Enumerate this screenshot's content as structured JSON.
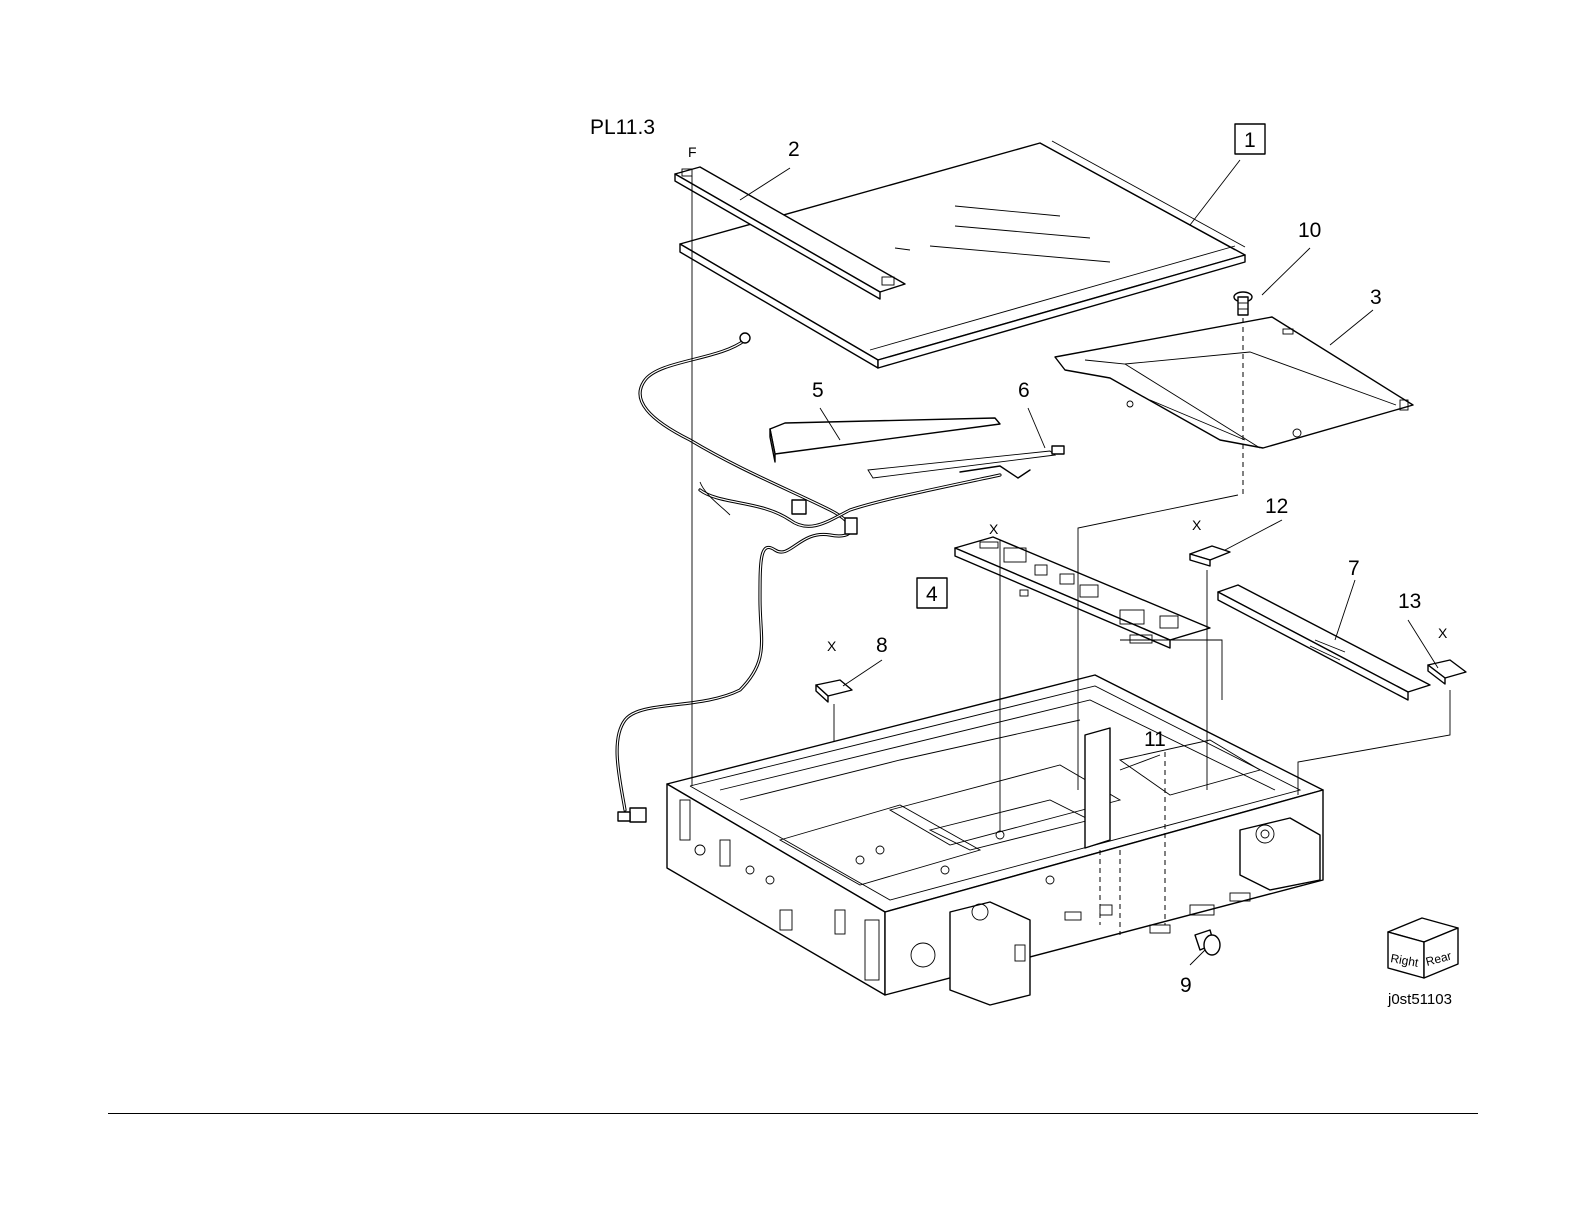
{
  "plate": {
    "label": "PL11.3"
  },
  "drawing_id": "j0st51103",
  "markers": {
    "front": "F",
    "x": "X"
  },
  "orientation": {
    "right": "Right",
    "rear": "Rear"
  },
  "callouts": {
    "p1": "1",
    "p2": "2",
    "p3": "3",
    "p4": "4",
    "p5": "5",
    "p6": "6",
    "p7": "7",
    "p8": "8",
    "p9": "9",
    "p10": "10",
    "p11": "11",
    "p12": "12",
    "p13": "13"
  }
}
